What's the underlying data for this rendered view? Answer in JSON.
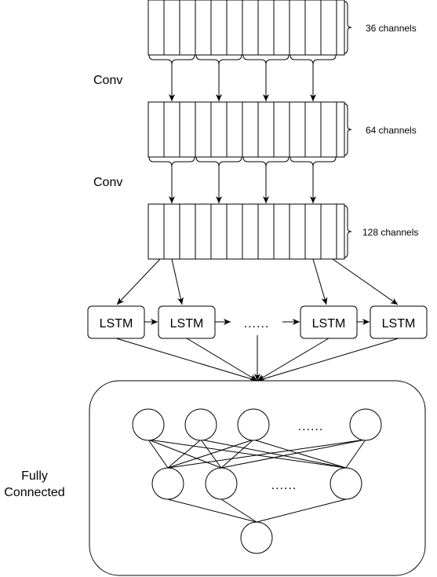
{
  "conv_layers": [
    {
      "label": "Conv"
    },
    {
      "label": "Conv"
    }
  ],
  "feature_maps": [
    {
      "channels_label": "36 channels"
    },
    {
      "channels_label": "64 channels"
    },
    {
      "channels_label": "128 channels"
    }
  ],
  "lstm_cells": [
    {
      "label": "LSTM"
    },
    {
      "label": "LSTM"
    },
    {
      "label": "LSTM"
    },
    {
      "label": "LSTM"
    }
  ],
  "lstm_ellipsis": "......",
  "fully_connected": {
    "label_line1": "Fully",
    "label_line2": "Connected",
    "input_ellipsis": "......",
    "hidden_ellipsis": "......"
  }
}
